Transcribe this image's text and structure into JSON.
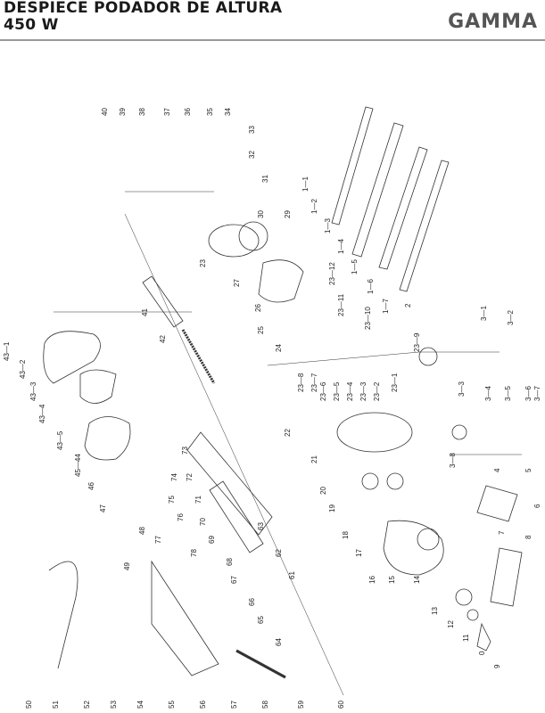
{
  "header": {
    "title_line1": "DESPIECE PODADOR DE ALTURA",
    "title_line2": "450 W",
    "brand": "GAMMA"
  },
  "colors": {
    "ink": "#222222",
    "rule": "#999999",
    "brand": "#555555"
  },
  "part_labels": [
    {
      "id": "p1-1",
      "text": "1—1"
    },
    {
      "id": "p1-2",
      "text": "1—2"
    },
    {
      "id": "p1-3",
      "text": "1—3"
    },
    {
      "id": "p1-4",
      "text": "1—4"
    },
    {
      "id": "p1-5",
      "text": "1—5"
    },
    {
      "id": "p1-6",
      "text": "1—6"
    },
    {
      "id": "p1-7",
      "text": "1—7"
    },
    {
      "id": "p2",
      "text": "2"
    },
    {
      "id": "p3-1",
      "text": "3—1"
    },
    {
      "id": "p3-2",
      "text": "3—2"
    },
    {
      "id": "p3-3",
      "text": "3—3"
    },
    {
      "id": "p3-4",
      "text": "3—4"
    },
    {
      "id": "p3-5",
      "text": "3—5"
    },
    {
      "id": "p3-6",
      "text": "3—6"
    },
    {
      "id": "p3-7",
      "text": "3—7"
    },
    {
      "id": "p3-8",
      "text": "3—8"
    },
    {
      "id": "p4",
      "text": "4"
    },
    {
      "id": "p5",
      "text": "5"
    },
    {
      "id": "p6",
      "text": "6"
    },
    {
      "id": "p7",
      "text": "7"
    },
    {
      "id": "p8",
      "text": "8"
    },
    {
      "id": "p9",
      "text": "9"
    },
    {
      "id": "p0",
      "text": "0"
    },
    {
      "id": "p11",
      "text": "11"
    },
    {
      "id": "p12",
      "text": "12"
    },
    {
      "id": "p13",
      "text": "13"
    },
    {
      "id": "p14",
      "text": "14"
    },
    {
      "id": "p15",
      "text": "15"
    },
    {
      "id": "p16",
      "text": "16"
    },
    {
      "id": "p17",
      "text": "17"
    },
    {
      "id": "p18",
      "text": "18"
    },
    {
      "id": "p19",
      "text": "19"
    },
    {
      "id": "p20",
      "text": "20"
    },
    {
      "id": "p21",
      "text": "21"
    },
    {
      "id": "p22",
      "text": "22"
    },
    {
      "id": "p23",
      "text": "23"
    },
    {
      "id": "p23-1",
      "text": "23—1"
    },
    {
      "id": "p23-2",
      "text": "23—2"
    },
    {
      "id": "p23-3",
      "text": "23—3"
    },
    {
      "id": "p23-4",
      "text": "23—4"
    },
    {
      "id": "p23-5",
      "text": "23—5"
    },
    {
      "id": "p23-6",
      "text": "23—6"
    },
    {
      "id": "p23-7",
      "text": "23—7"
    },
    {
      "id": "p23-8",
      "text": "23—8"
    },
    {
      "id": "p23-9",
      "text": "23—9"
    },
    {
      "id": "p23-10",
      "text": "23—10"
    },
    {
      "id": "p23-11",
      "text": "23—11"
    },
    {
      "id": "p23-12",
      "text": "23—12"
    },
    {
      "id": "p24",
      "text": "24"
    },
    {
      "id": "p25",
      "text": "25"
    },
    {
      "id": "p26",
      "text": "26"
    },
    {
      "id": "p27",
      "text": "27"
    },
    {
      "id": "p29",
      "text": "29"
    },
    {
      "id": "p30",
      "text": "30"
    },
    {
      "id": "p31",
      "text": "31"
    },
    {
      "id": "p32",
      "text": "32"
    },
    {
      "id": "p33",
      "text": "33"
    },
    {
      "id": "p34",
      "text": "34"
    },
    {
      "id": "p35",
      "text": "35"
    },
    {
      "id": "p36",
      "text": "36"
    },
    {
      "id": "p37",
      "text": "37"
    },
    {
      "id": "p38",
      "text": "38"
    },
    {
      "id": "p39",
      "text": "39"
    },
    {
      "id": "p40",
      "text": "40"
    },
    {
      "id": "p41",
      "text": "41"
    },
    {
      "id": "p42",
      "text": "42"
    },
    {
      "id": "p43-1",
      "text": "43—1"
    },
    {
      "id": "p43-2",
      "text": "43—2"
    },
    {
      "id": "p43-3",
      "text": "43—3"
    },
    {
      "id": "p43-4",
      "text": "43—4"
    },
    {
      "id": "p43-5",
      "text": "43—5"
    },
    {
      "id": "p45-44",
      "text": "45—44"
    },
    {
      "id": "p46",
      "text": "46"
    },
    {
      "id": "p47",
      "text": "47"
    },
    {
      "id": "p48",
      "text": "48"
    },
    {
      "id": "p49",
      "text": "49"
    },
    {
      "id": "p50",
      "text": "50"
    },
    {
      "id": "p51",
      "text": "51"
    },
    {
      "id": "p52",
      "text": "52"
    },
    {
      "id": "p53",
      "text": "53"
    },
    {
      "id": "p54",
      "text": "54"
    },
    {
      "id": "p55",
      "text": "55"
    },
    {
      "id": "p56",
      "text": "56"
    },
    {
      "id": "p57",
      "text": "57"
    },
    {
      "id": "p58",
      "text": "58"
    },
    {
      "id": "p59",
      "text": "59"
    },
    {
      "id": "p60",
      "text": "60"
    },
    {
      "id": "p61",
      "text": "61"
    },
    {
      "id": "p62",
      "text": "62"
    },
    {
      "id": "p63",
      "text": "63"
    },
    {
      "id": "p64",
      "text": "64"
    },
    {
      "id": "p65",
      "text": "65"
    },
    {
      "id": "p66",
      "text": "66"
    },
    {
      "id": "p67",
      "text": "67"
    },
    {
      "id": "p68",
      "text": "68"
    },
    {
      "id": "p69",
      "text": "69"
    },
    {
      "id": "p70",
      "text": "70"
    },
    {
      "id": "p71",
      "text": "71"
    },
    {
      "id": "p72",
      "text": "72"
    },
    {
      "id": "p73",
      "text": "73"
    },
    {
      "id": "p74",
      "text": "74"
    },
    {
      "id": "p75",
      "text": "75"
    },
    {
      "id": "p76",
      "text": "76"
    },
    {
      "id": "p77",
      "text": "77"
    },
    {
      "id": "p78",
      "text": "78"
    }
  ]
}
